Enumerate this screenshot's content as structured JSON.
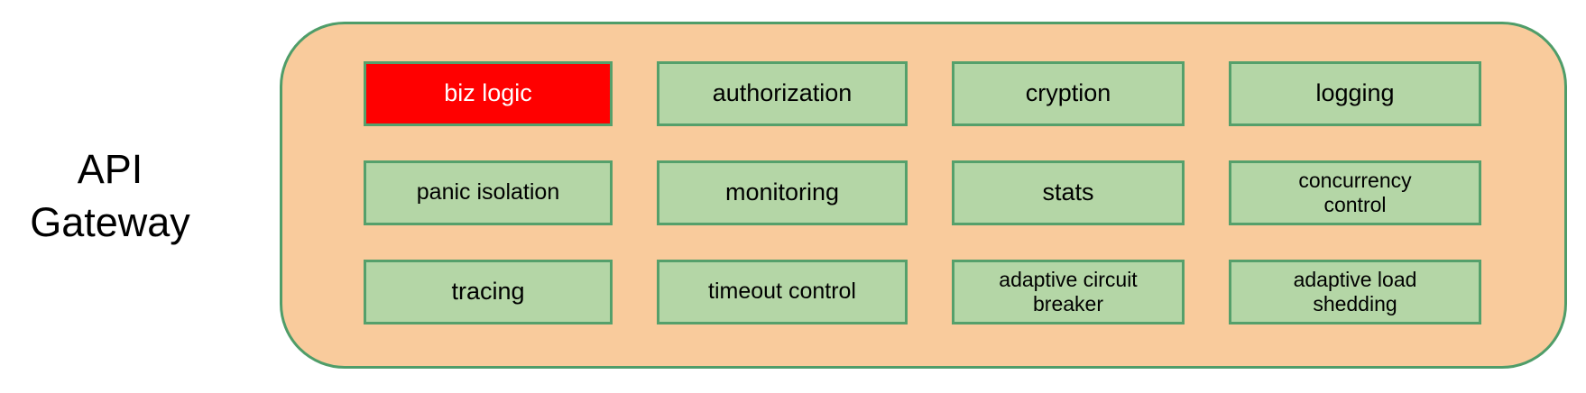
{
  "title": {
    "label": "API\nGateway"
  },
  "colors": {
    "page_bg": "#FFFFFF",
    "container_fill": "#F9CB9C",
    "container_border": "#4F9D69",
    "box_fill": "#B4D6A6",
    "box_border": "#55A06B",
    "highlight_fill": "#FF0000",
    "highlight_text": "#FFFFFF",
    "text": "#000000"
  },
  "nodes": [
    {
      "label": "biz logic",
      "highlighted": true
    },
    {
      "label": "authorization",
      "highlighted": false
    },
    {
      "label": "cryption",
      "highlighted": false
    },
    {
      "label": "logging",
      "highlighted": false
    },
    {
      "label": "panic isolation",
      "highlighted": false
    },
    {
      "label": "monitoring",
      "highlighted": false
    },
    {
      "label": "stats",
      "highlighted": false
    },
    {
      "label": "concurrency\ncontrol",
      "highlighted": false
    },
    {
      "label": "tracing",
      "highlighted": false
    },
    {
      "label": "timeout control",
      "highlighted": false
    },
    {
      "label": "adaptive circuit\nbreaker",
      "highlighted": false
    },
    {
      "label": "adaptive load\nshedding",
      "highlighted": false
    }
  ]
}
